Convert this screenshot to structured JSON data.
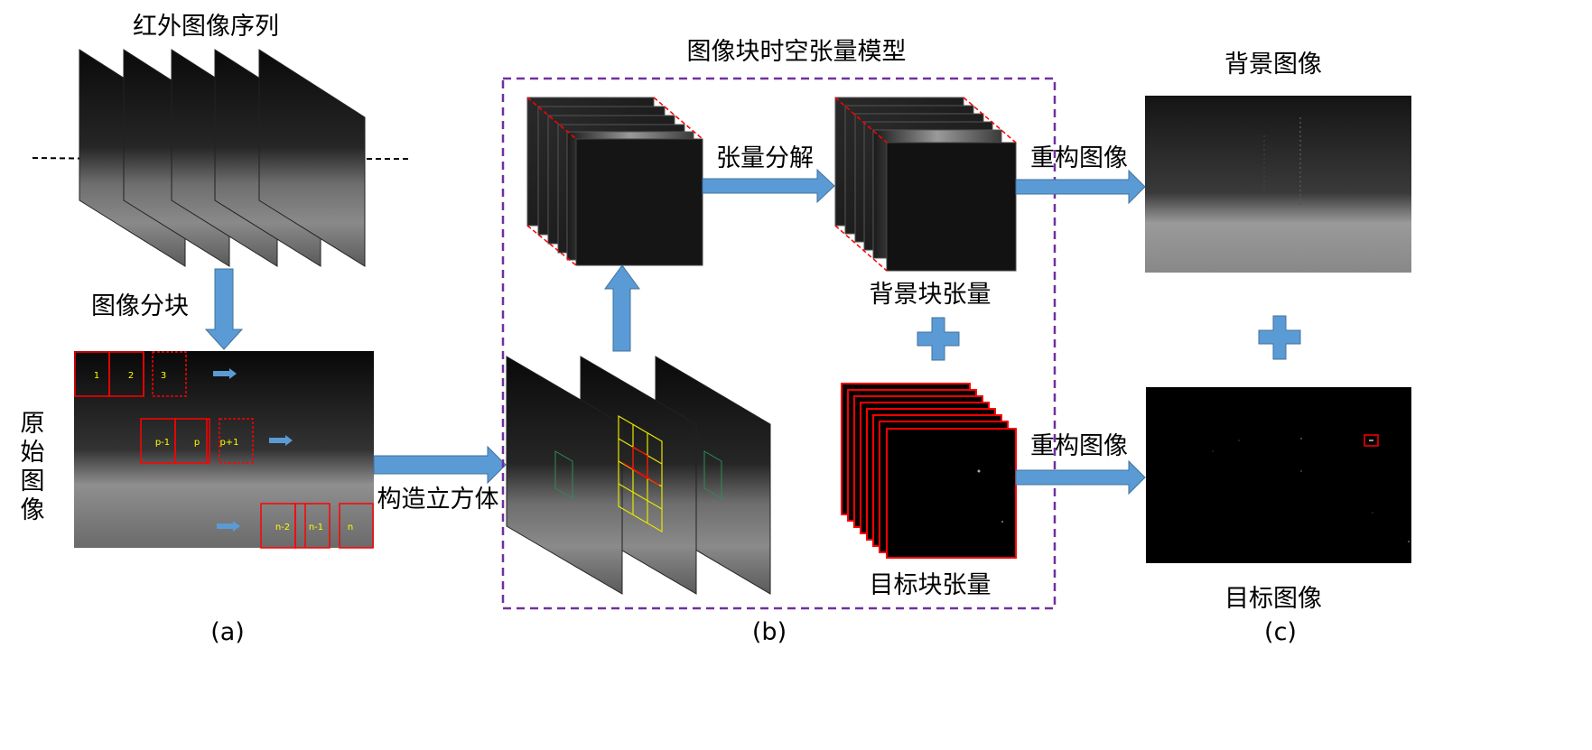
{
  "panel_a": {
    "title": "红外图像序列",
    "split_label": "图像分块",
    "original_label": [
      "原",
      "始",
      "图",
      "像"
    ],
    "build_label": "构造立方体",
    "caption": "(a)",
    "block_labels": {
      "row1": [
        "1",
        "2",
        "3"
      ],
      "row2": [
        "p-1",
        "p",
        "p+1"
      ],
      "row3": [
        "n-2",
        "n-1",
        "n"
      ]
    }
  },
  "panel_b": {
    "title": "图像块时空张量模型",
    "decompose_label": "张量分解",
    "background_tensor_label": "背景块张量",
    "target_tensor_label": "目标块张量",
    "caption": "(b)"
  },
  "panel_c": {
    "reconstruct_label_top": "重构图像",
    "reconstruct_label_bottom": "重构图像",
    "background_image_label": "背景图像",
    "target_image_label": "目标图像",
    "caption": "(c)"
  },
  "colors": {
    "arrow": "#5b9bd5",
    "arrow_edge": "#41719c",
    "block_border": "#ff0000",
    "block_text": "#ffff00",
    "dashed_box": "#7030a0",
    "grid_yellow": "#e6e600"
  }
}
